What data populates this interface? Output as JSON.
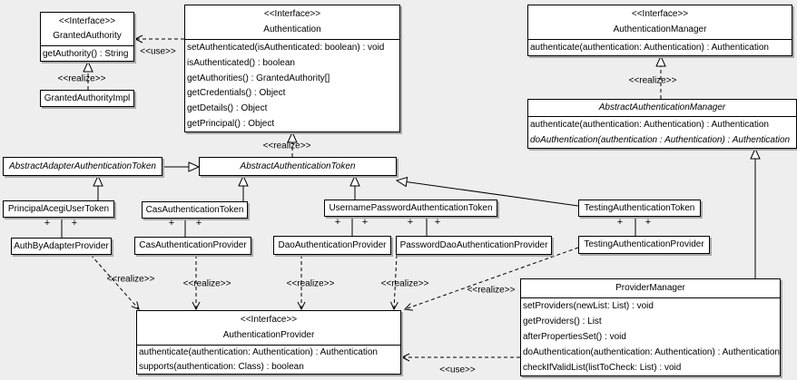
{
  "edge_labels": {
    "use": "<<use>>",
    "realize": "<<realize>>",
    "plus": "+"
  },
  "classes": {
    "granted_authority": {
      "stereotype": "<<Interface>>",
      "name": "GrantedAuthority",
      "methods": [
        "getAuthority() : String"
      ]
    },
    "granted_authority_impl": {
      "name": "GrantedAuthorityImpl"
    },
    "authentication": {
      "stereotype": "<<Interface>>",
      "name": "Authentication",
      "methods": [
        "setAuthenticated(isAuthenticated: boolean) : void",
        "isAuthenticated() : boolean",
        "getAuthorities() : GrantedAuthority[]",
        "getCredentials() : Object",
        "getDetails() : Object",
        "getPrincipal() : Object"
      ]
    },
    "authentication_manager": {
      "stereotype": "<<Interface>>",
      "name": "AuthenticationManager",
      "methods": [
        "authenticate(authentication: Authentication) : Authentication"
      ]
    },
    "abstract_authentication_manager": {
      "name": "AbstractAuthenticationManager",
      "methods": [
        "authenticate(authentication: Authentication) : Authentication",
        "doAuthentication(authentication : Authentication) : Authentication"
      ]
    },
    "abstract_adapter_authentication_token": {
      "name": "AbstractAdapterAuthenticationToken"
    },
    "abstract_authentication_token": {
      "name": "AbstractAuthenticationToken"
    },
    "principal_acegi_user_token": {
      "name": "PrincipalAcegiUserToken"
    },
    "cas_authentication_token": {
      "name": "CasAuthenticationToken"
    },
    "username_password_authentication_token": {
      "name": "UsernamePasswordAuthenticationToken"
    },
    "testing_authentication_token": {
      "name": "TestingAuthenticationToken"
    },
    "auth_by_adapter_provider": {
      "name": "AuthByAdapterProvider"
    },
    "cas_authentication_provider": {
      "name": "CasAuthenticationProvider"
    },
    "dao_authentication_provider": {
      "name": "DaoAuthenticationProvider"
    },
    "password_dao_authentication_provider": {
      "name": "PasswordDaoAuthenticationProvider"
    },
    "testing_authentication_provider": {
      "name": "TestingAuthenticationProvider"
    },
    "authentication_provider": {
      "stereotype": "<<Interface>>",
      "name": "AuthenticationProvider",
      "methods": [
        "authenticate(authentication: Authentication) : Authentication",
        "supports(authentication: Class) : boolean"
      ]
    },
    "provider_manager": {
      "name": "ProviderManager",
      "methods": [
        "setProviders(newList: List) : void",
        "getProviders() : List",
        "afterPropertiesSet() : void",
        "doAuthentication(authentication: Authentication) : Authentication",
        "checkIfValidList(listToCheck: List) : void"
      ]
    }
  },
  "relationships": [
    {
      "from": "Authentication",
      "to": "GrantedAuthority",
      "type": "use",
      "label": "<<use>>"
    },
    {
      "from": "GrantedAuthorityImpl",
      "to": "GrantedAuthority",
      "type": "realize",
      "label": "<<realize>>"
    },
    {
      "from": "AbstractAuthenticationToken",
      "to": "Authentication",
      "type": "realize",
      "label": "<<realize>>"
    },
    {
      "from": "AbstractAuthenticationManager",
      "to": "AuthenticationManager",
      "type": "realize",
      "label": "<<realize>>"
    },
    {
      "from": "AbstractAdapterAuthenticationToken",
      "to": "AbstractAuthenticationToken",
      "type": "generalization"
    },
    {
      "from": "PrincipalAcegiUserToken",
      "to": "AbstractAdapterAuthenticationToken",
      "type": "generalization"
    },
    {
      "from": "CasAuthenticationToken",
      "to": "AbstractAuthenticationToken",
      "type": "generalization"
    },
    {
      "from": "UsernamePasswordAuthenticationToken",
      "to": "AbstractAuthenticationToken",
      "type": "generalization"
    },
    {
      "from": "TestingAuthenticationToken",
      "to": "AbstractAuthenticationToken",
      "type": "generalization"
    },
    {
      "from": "ProviderManager",
      "to": "AbstractAuthenticationManager",
      "type": "generalization"
    },
    {
      "from": "PrincipalAcegiUserToken",
      "to": "AuthByAdapterProvider",
      "type": "association",
      "multiplicity": "+ +"
    },
    {
      "from": "CasAuthenticationToken",
      "to": "CasAuthenticationProvider",
      "type": "association",
      "multiplicity": "+ +"
    },
    {
      "from": "UsernamePasswordAuthenticationToken",
      "to": "DaoAuthenticationProvider",
      "type": "association",
      "multiplicity": "+ +"
    },
    {
      "from": "UsernamePasswordAuthenticationToken",
      "to": "PasswordDaoAuthenticationProvider",
      "type": "association",
      "multiplicity": "+ +"
    },
    {
      "from": "TestingAuthenticationToken",
      "to": "TestingAuthenticationProvider",
      "type": "association",
      "multiplicity": "+ +"
    },
    {
      "from": "AuthByAdapterProvider",
      "to": "AuthenticationProvider",
      "type": "realize",
      "label": "<<realize>>"
    },
    {
      "from": "CasAuthenticationProvider",
      "to": "AuthenticationProvider",
      "type": "realize",
      "label": "<<realize>>"
    },
    {
      "from": "DaoAuthenticationProvider",
      "to": "AuthenticationProvider",
      "type": "realize",
      "label": "<<realize>>"
    },
    {
      "from": "PasswordDaoAuthenticationProvider",
      "to": "AuthenticationProvider",
      "type": "realize",
      "label": "<<realize>>"
    },
    {
      "from": "TestingAuthenticationProvider",
      "to": "AuthenticationProvider",
      "type": "realize",
      "label": "<<realize>>"
    },
    {
      "from": "ProviderManager",
      "to": "AuthenticationProvider",
      "type": "use",
      "label": "<<use>>"
    }
  ],
  "colors": {
    "background": "#eeeeee",
    "box_fill": "#ffffff",
    "line": "#000000",
    "shadow": "#a9a9a9"
  }
}
